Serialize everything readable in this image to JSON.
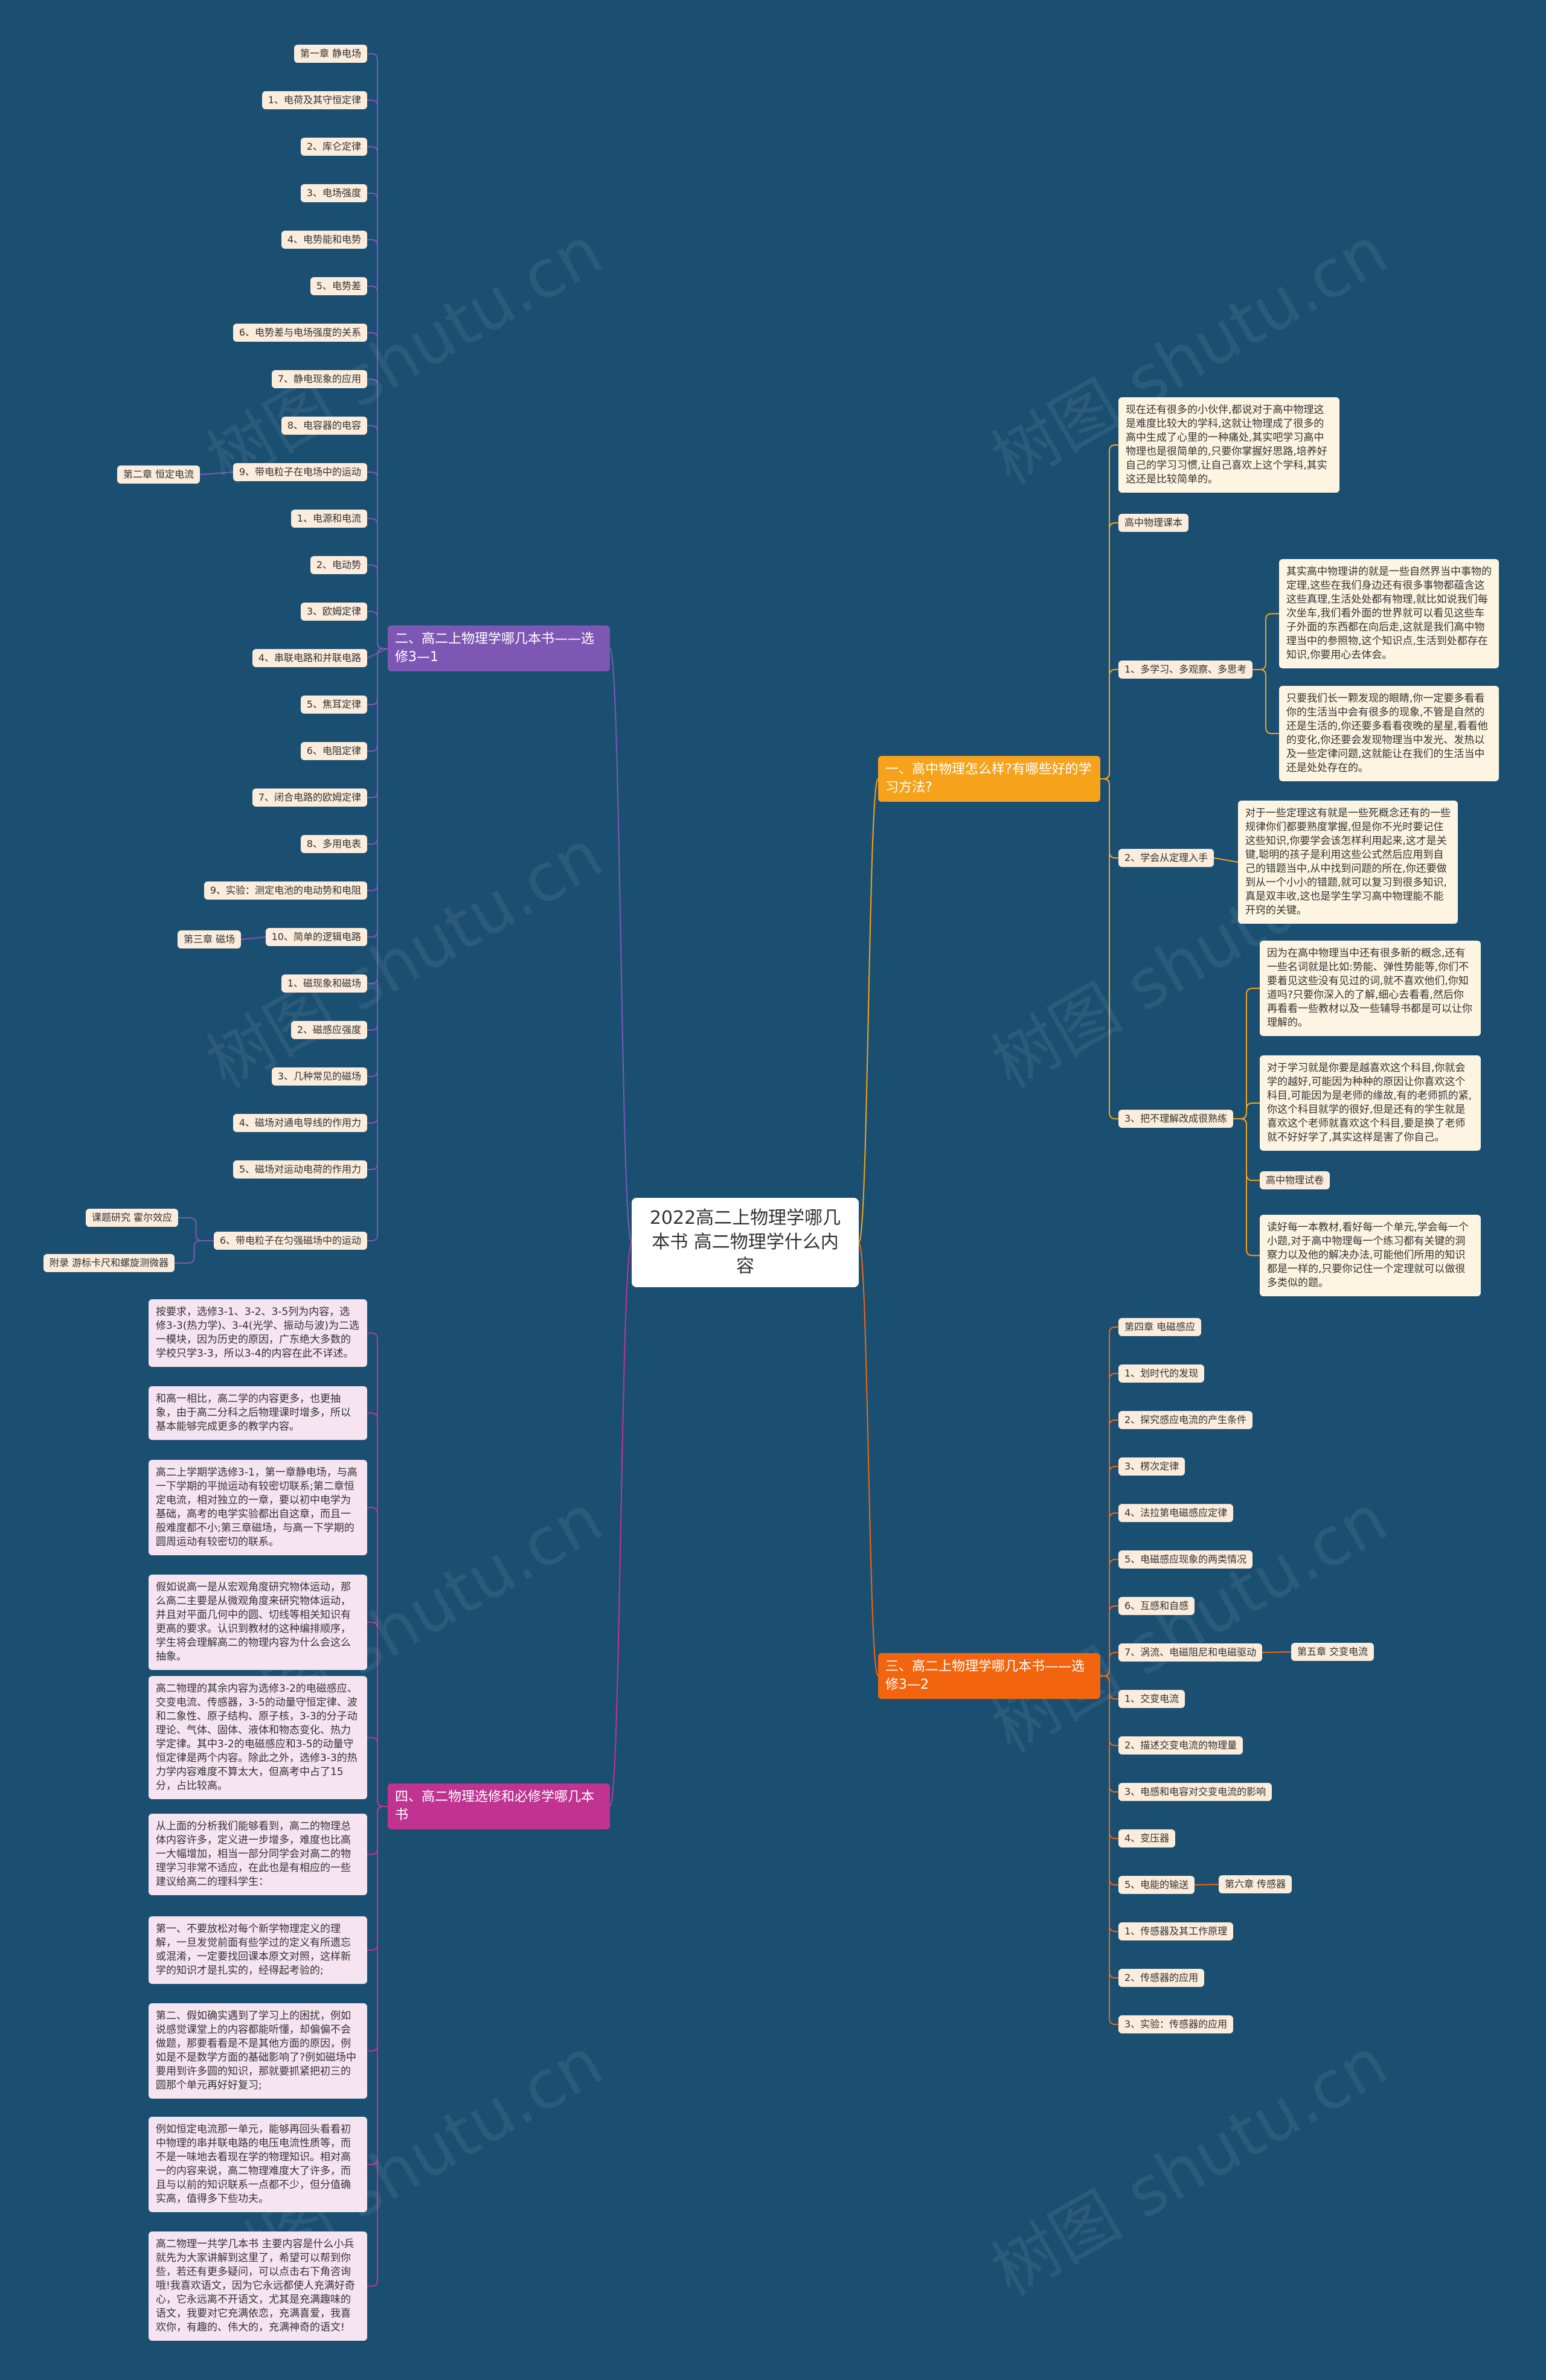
{
  "root": {
    "title": "2022高二上物理学哪几本书 高二物理学什么内容"
  },
  "watermark": {
    "text": "树图 shutu.cn"
  },
  "branch1": {
    "label": "一、高中物理怎么样?有哪些好的学习方法?",
    "intro": "现在还有很多的小伙伴,都说对于高中物理这是难度比较大的学科,这就让物理成了很多的高中生成了心里的一种痛处,其实吧学习高中物理也是很简单的,只要你掌握好思路,培养好自己的学习习惯,让自己喜欢上这个学科,其实这还是比较简单的。",
    "textbook": "高中物理课本",
    "m1": "1、多学习、多观察、多思考",
    "m1_p1": "其实高中物理讲的就是一些自然界当中事物的定理,这些在我们身边还有很多事物都蕴含这这些真理,生活处处都有物理,就比如说我们每次坐车,我们看外面的世界就可以看见这些车子外面的东西都在向后走,这就是我们高中物理当中的参照物,这个知识点,生活到处都存在知识,你要用心去体会。",
    "m1_p2": "只要我们长一颗发现的眼睛,你一定要多看看你的生活当中会有很多的现象,不管是自然的还是生活的,你还要多看看夜晚的星星,看看他的变化,你还要会发现物理当中发光、发热以及一些定律问题,这就能让在我们的生活当中还是处处存在的。",
    "m2": "2、学会从定理入手",
    "m2_p": "对于一些定理这有就是一些死概念还有的一些规律你们都要熟度掌握,但是你不光时要记住这些知识,你要学会该怎样利用起来,这才是关键,聪明的孩子是利用这些公式然后应用到自己的错题当中,从中找到问题的所在,你还要做到从一个小小的错题,就可以复习到很多知识,真是双丰收,这也是学生学习高中物理能不能开窍的关键。",
    "m3": "3、把不理解改成很熟练",
    "m3_p1": "因为在高中物理当中还有很多新的概念,还有一些名词就是比如:势能、弹性势能等,你们不要着见这些没有见过的词,就不喜欢他们,你知道吗?只要你深入的了解,细心去看看,然后你再看看一些教材以及一些辅导书都是可以让你理解的。",
    "m3_p2": "对于学习就是你要是越喜欢这个科目,你就会学的越好,可能因为种种的原因让你喜欢这个科目,可能因为是老师的缘故,有的老师抓的紧,你这个科目就学的很好,但是还有的学生就是喜欢这个老师就喜欢这个科目,要是换了老师就不好好学了,其实这样是害了你自己。",
    "m3_exam": "高中物理试卷",
    "m3_p3": "读好每一本教材,看好每一个单元,学会每一个小题,对于高中物理每一个练习都有关键的洞察力以及他的解决办法,可能他们所用的知识都是一样的,只要你记住一个定理就可以做很多类似的题。"
  },
  "branch2": {
    "label": "二、高二上物理学哪几本书——选修3—1",
    "items": [
      "第一章 静电场",
      "1、电荷及其守恒定律",
      "2、库仑定律",
      "3、电场强度",
      "4、电势能和电势",
      "5、电势差",
      "6、电势差与电场强度的关系",
      "7、静电现象的应用",
      "8、电容器的电容",
      "9、带电粒子在电场中的运动",
      "1、电源和电流",
      "2、电动势",
      "3、欧姆定律",
      "4、串联电路和并联电路",
      "5、焦耳定律",
      "6、电阻定律",
      "7、闭合电路的欧姆定律",
      "8、多用电表",
      "9、实验：测定电池的电动势和电阻",
      "10、简单的逻辑电路",
      "1、磁现象和磁场",
      "2、磁感应强度",
      "3、几种常见的磁场",
      "4、磁场对通电导线的作用力",
      "5、磁场对运动电荷的作用力",
      "6、带电粒子在匀强磁场中的运动"
    ],
    "sub_ch2": "第二章 恒定电流",
    "sub_ch3": "第三章 磁场",
    "sub_ext1": "课题研究 霍尔效应",
    "sub_ext2": "附录 游标卡尺和螺旋测微器"
  },
  "branch3": {
    "label": "三、高二上物理学哪几本书——选修3—2",
    "items": [
      "第四章 电磁感应",
      "1、划时代的发现",
      "2、探究感应电流的产生条件",
      "3、楞次定律",
      "4、法拉第电磁感应定律",
      "5、电磁感应现象的两类情况",
      "6、互感和自感",
      "7、涡流、电磁阻尼和电磁驱动",
      "1、交变电流",
      "2、描述交变电流的物理量",
      "3、电感和电容对交变电流的影响",
      "4、变压器",
      "5、电能的输送",
      "1、传感器及其工作原理",
      "2、传感器的应用",
      "3、实验：传感器的应用"
    ],
    "sub_ch5": "第五章 交变电流",
    "sub_ch6": "第六章 传感器"
  },
  "branch4": {
    "label": "四、高二物理选修和必修学哪几本书",
    "paras": [
      "按要求，选修3-1、3-2、3-5列为内容，选修3-3(热力学)、3-4(光学、振动与波)为二选一模块，因为历史的原因，广东绝大多数的学校只学3-3，所以3-4的内容在此不详述。",
      "和高一相比，高二学的内容更多，也更抽象，由于高二分科之后物理课时增多，所以基本能够完成更多的教学内容。",
      "高二上学期学选修3-1，第一章静电场，与高一下学期的平抛运动有较密切联系;第二章恒定电流，相对独立的一章，要以初中电学为基础，高考的电学实验都出自这章，而且一般难度都不小;第三章磁场，与高一下学期的圆周运动有较密切的联系。",
      "假如说高一是从宏观角度研究物体运动，那么高二主要是从微观角度来研究物体运动，并且对平面几何中的圆、切线等相关知识有更高的要求。认识到教材的这种编排顺序，学生将会理解高二的物理内容为什么会这么抽象。",
      "高二物理的其余内容为选修3-2的电磁感应、交变电流、传感器，3-5的动量守恒定律、波和二象性、原子结构、原子核，3-3的分子动理论、气体、固体、液体和物态变化、热力学定律。其中3-2的电磁感应和3-5的动量守恒定律是两个内容。除此之外，选修3-3的热力学内容难度不算太大，但高考中占了15分，占比较高。",
      "从上面的分析我们能够看到，高二的物理总体内容许多，定义进一步增多，难度也比高一大幅增加，相当一部分同学会对高二的物理学习非常不适应，在此也是有相应的一些建议给高二的理科学生：",
      "第一、不要放松对每个新学物理定义的理解，一旦发觉前面有些学过的定义有所遗忘或混淆，一定要找回课本原文对照，这样新学的知识才是扎实的，经得起考验的;",
      "第二、假如确实遇到了学习上的困扰，例如说感觉课堂上的内容都能听懂，却偏偏不会做题，那要看看是不是其他方面的原因，例如是不是数学方面的基础影响了?例如磁场中要用到许多圆的知识，那就要抓紧把初三的圆那个单元再好好复习;",
      "例如恒定电流那一单元，能够再回头看看初中物理的串并联电路的电压电流性质等，而不是一味地去看现在学的物理知识。相对高一的内容来说，高二物理难度大了许多，而且与以前的知识联系一点都不少，但分值确实高，值得多下些功夫。",
      "高二物理一共学几本书 主要内容是什么小兵就先为大家讲解到这里了，希望可以帮到你些，若还有更多疑问，可以点击右下角咨询哦!我喜欢语文，因为它永远都使人充满好奇心，它永远离不开语文，尤其是充满趣味的语文，我要对它充满依恋，充满喜爱，我喜欢你，有趣的、伟大的，充满神奇的语文!"
    ]
  },
  "colors": {
    "background": "#1b4f72",
    "purple": "#7d57b3",
    "orange": "#f6a21b",
    "red": "#f2650e",
    "pink": "#c03390"
  }
}
